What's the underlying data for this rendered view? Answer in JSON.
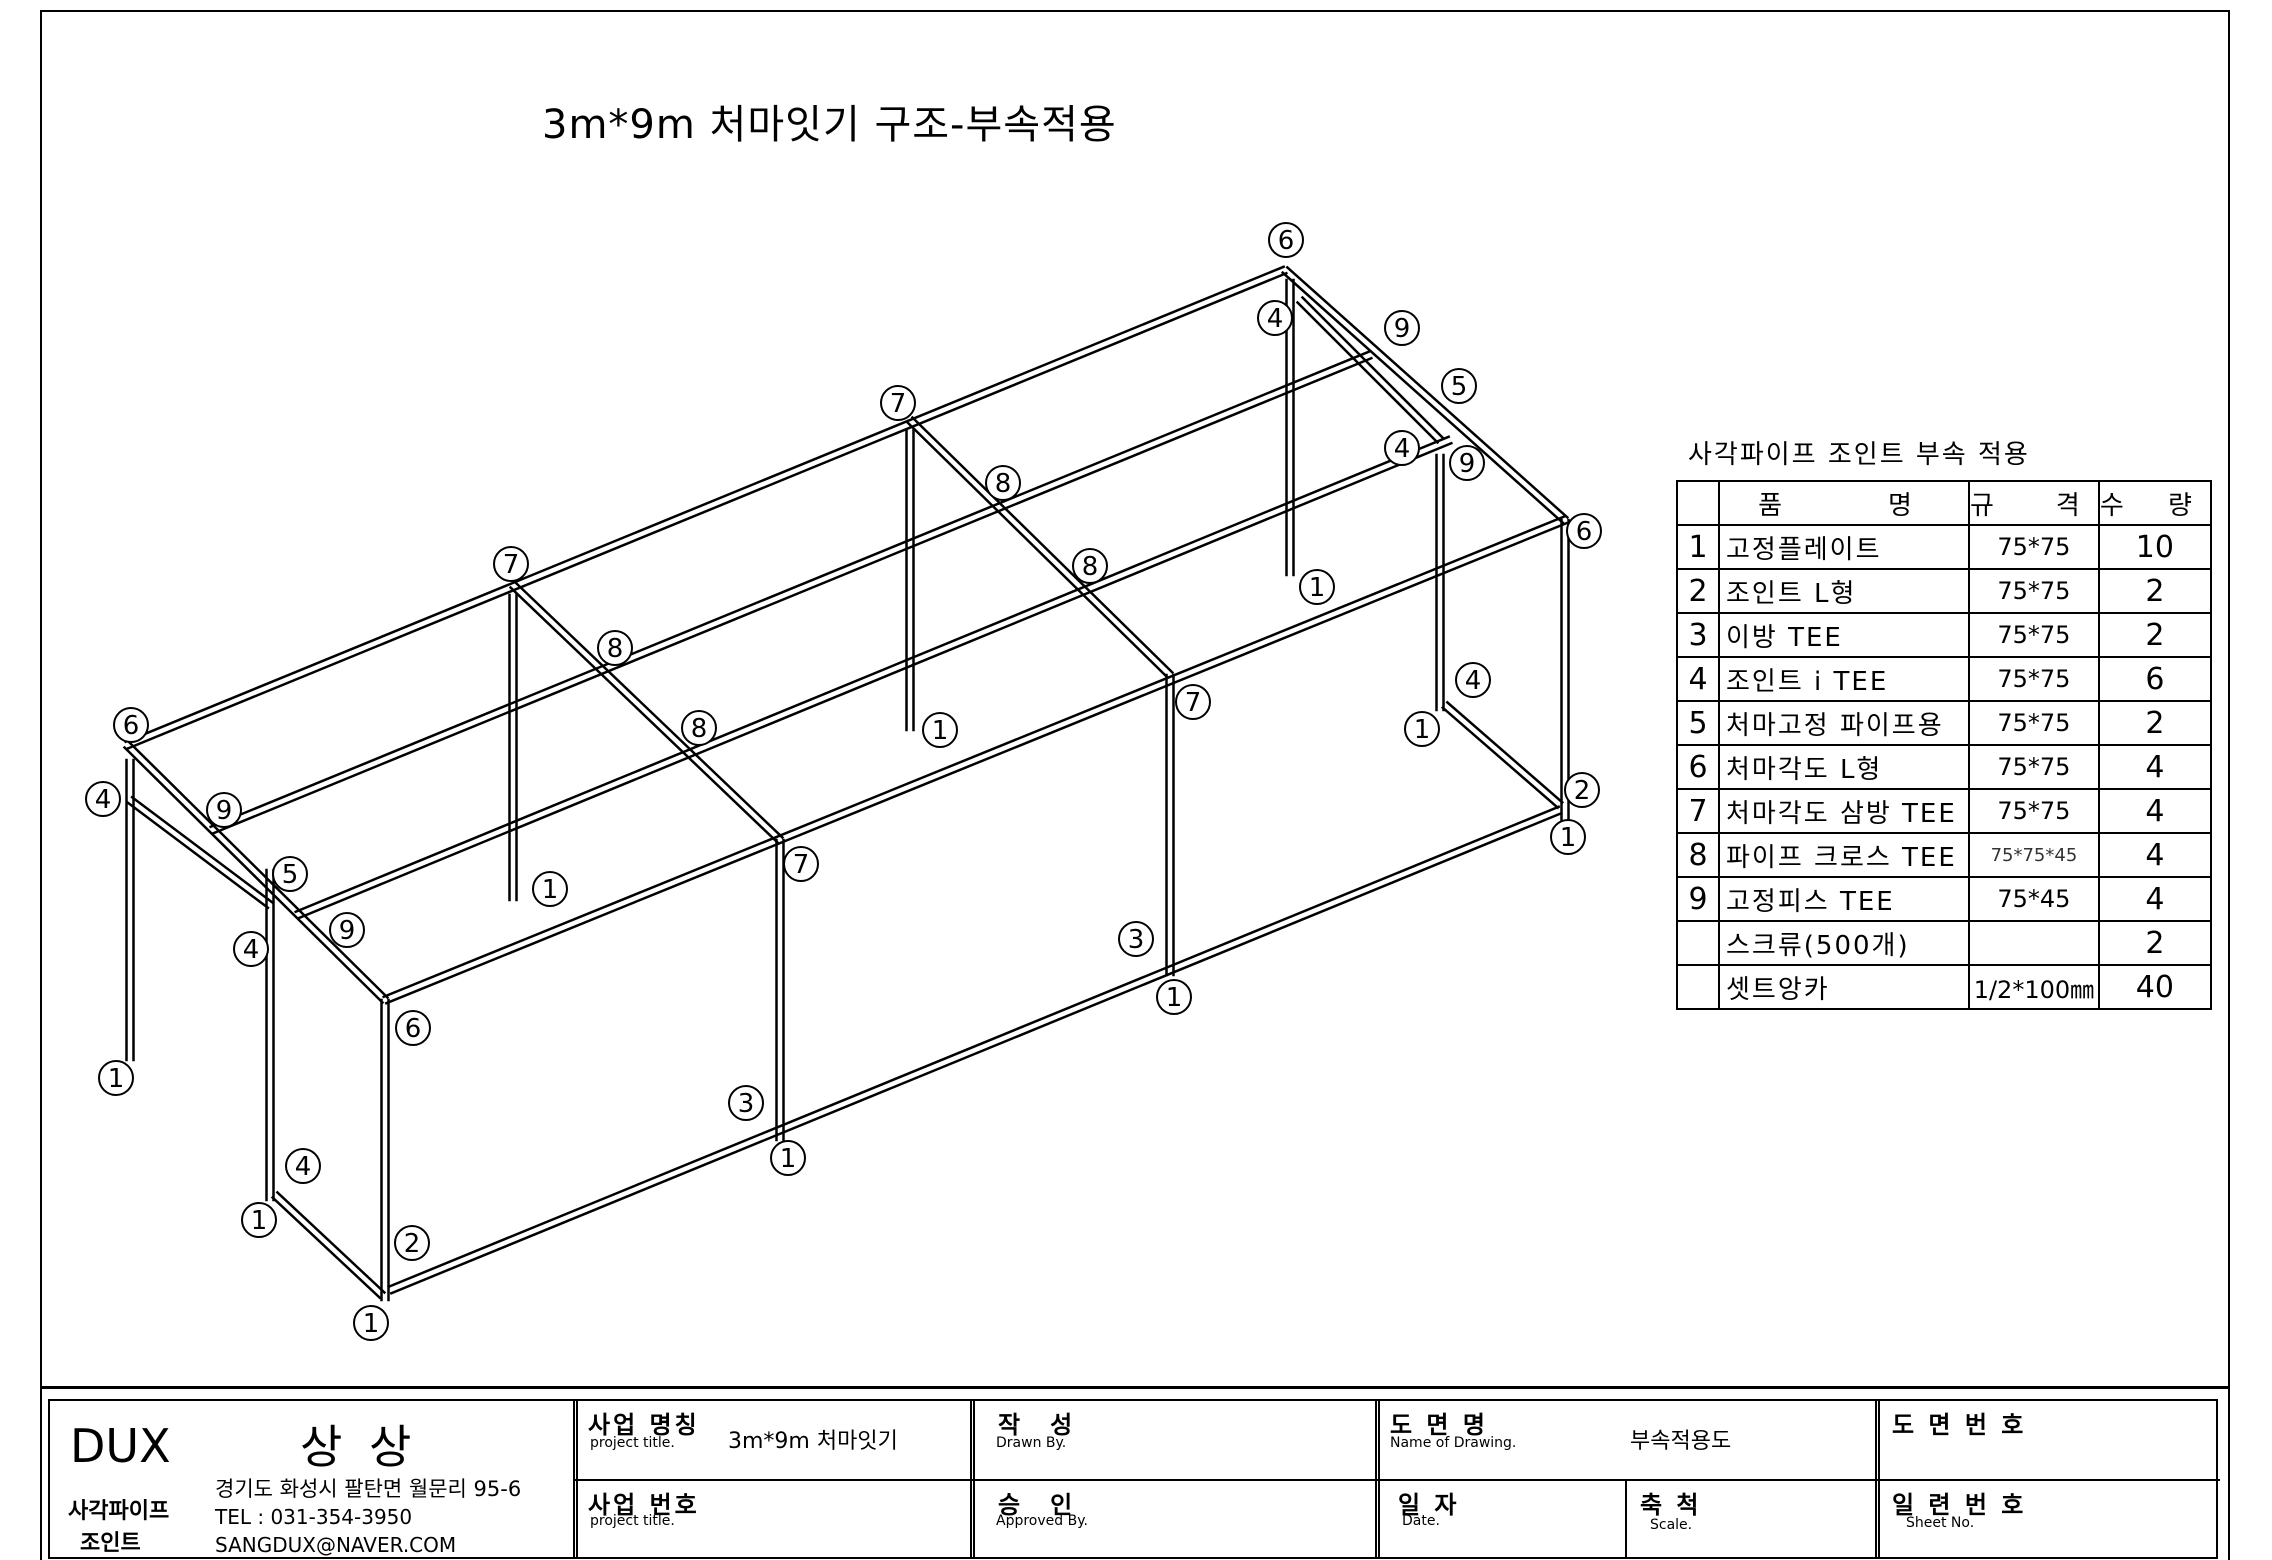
{
  "drawing_title": "3m*9m 처마잇기 구조-부속적용",
  "callout_numbers": [
    "1",
    "2",
    "3",
    "4",
    "5",
    "6",
    "7",
    "8",
    "9"
  ],
  "bom": {
    "title": "사각파이프 조인트 부속 적용",
    "headers": [
      "",
      "품　　명",
      "규　격",
      "수 량"
    ],
    "rows": [
      {
        "no": "1",
        "name": "고정플레이트",
        "spec": "75*75",
        "qty": "10"
      },
      {
        "no": "2",
        "name": "조인트 L형",
        "spec": "75*75",
        "qty": "2"
      },
      {
        "no": "3",
        "name": "이방 TEE",
        "spec": "75*75",
        "qty": "2"
      },
      {
        "no": "4",
        "name": "조인트 i TEE",
        "spec": "75*75",
        "qty": "6"
      },
      {
        "no": "5",
        "name": "처마고정 파이프용",
        "spec": "75*75",
        "qty": "2"
      },
      {
        "no": "6",
        "name": "처마각도 L형",
        "spec": "75*75",
        "qty": "4"
      },
      {
        "no": "7",
        "name": "처마각도 삼방 TEE",
        "spec": "75*75",
        "qty": "4"
      },
      {
        "no": "8",
        "name": "파이프 크로스 TEE",
        "spec": "75*75*45",
        "qty": "4"
      },
      {
        "no": "9",
        "name": "고정피스 TEE",
        "spec": "75*45",
        "qty": "4"
      },
      {
        "no": "",
        "name": "스크류(500개)",
        "spec": "",
        "qty": "2"
      },
      {
        "no": "",
        "name": "셋트앙카",
        "spec": "1/2*100㎜",
        "qty": "40"
      }
    ]
  },
  "title_block": {
    "company_brand": "DUX",
    "company_name": "상 상",
    "company_sub1": "사각파이프",
    "company_sub2": "조인트",
    "address": "경기도 화성시 팔탄면 월문리 95-6",
    "tel": "TEL : 031-354-3950",
    "email": "SANGDUX@NAVER.COM",
    "project_name_ko": "사업 명칭",
    "project_name_en": "project title.",
    "project_name_value": "3m*9m 처마잇기",
    "project_no_ko": "사업 번호",
    "project_no_en": "project title.",
    "drawn_ko": "작　성",
    "drawn_en": "Drawn By.",
    "approved_ko": "승　인",
    "approved_en": "Approved By.",
    "drawing_name_ko": "도 면 명",
    "drawing_name_en": "Name of Drawing.",
    "drawing_name_value": "부속적용도",
    "date_ko": "일 자",
    "date_en": "Date.",
    "scale_ko": "축 척",
    "scale_en": "Scale.",
    "drawing_no_ko": "도 면 번 호",
    "sheet_no_ko": "일 련 번 호",
    "sheet_no_en": "Sheet No."
  }
}
